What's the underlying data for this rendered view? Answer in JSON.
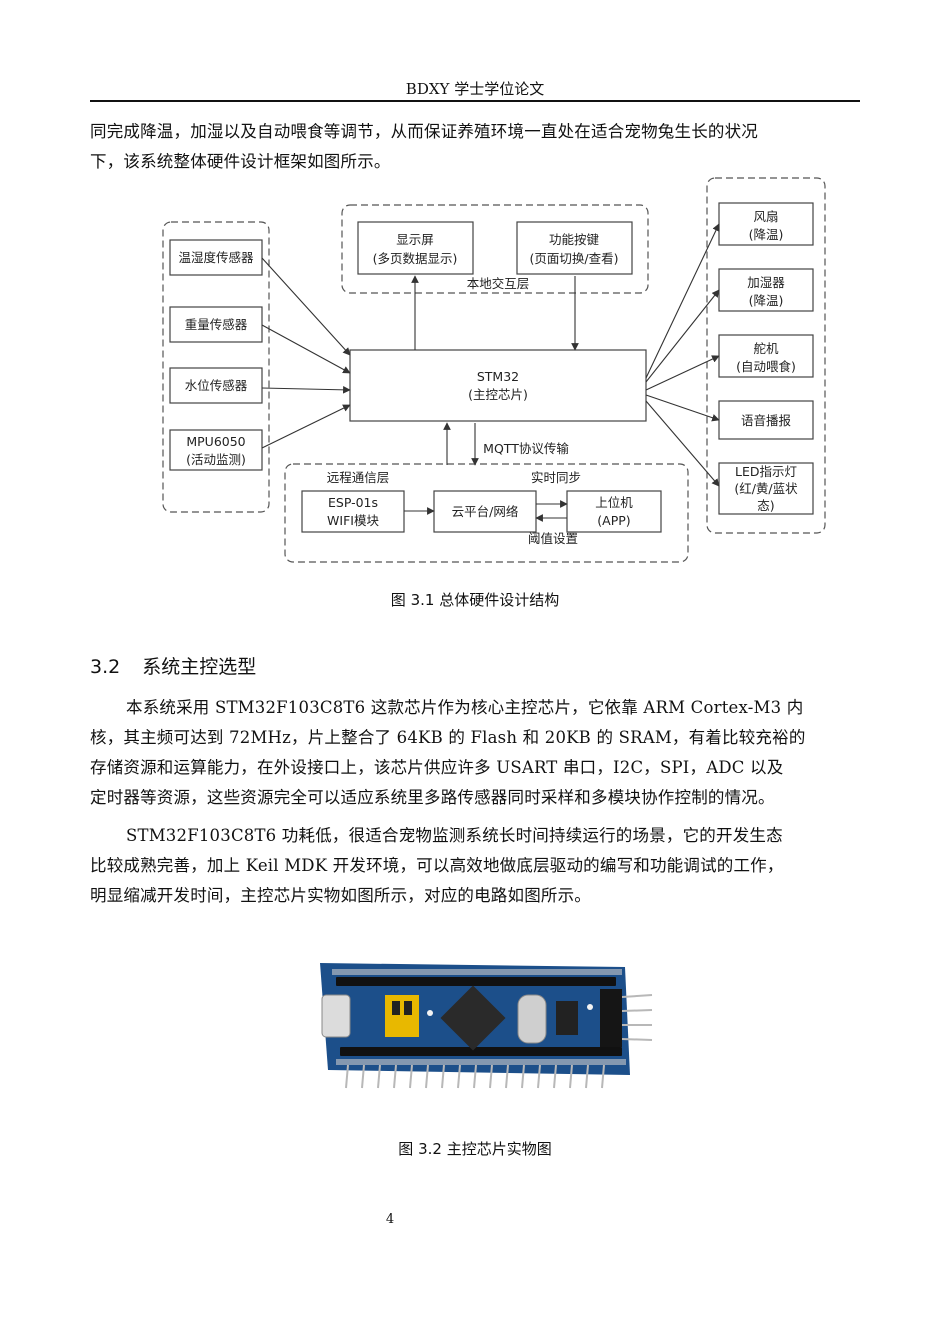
{
  "header": {
    "title": "BDXY 学士学位论文"
  },
  "intro": {
    "line1": "同完成降温，加湿以及自动喂食等调节，从而保证养殖环境一直处在适合宠物兔生长的状况",
    "line2": "下，该系统整体硬件设计框架如图所示。"
  },
  "diagram": {
    "sensors": [
      "温湿度传感器",
      "重量传感器",
      "水位传感器"
    ],
    "mpu": {
      "line1": "MPU6050",
      "line2": "(活动监测)"
    },
    "local_layer": {
      "label": "本地交互层",
      "display": {
        "line1": "显示屏",
        "line2": "(多页数据显示)"
      },
      "keys": {
        "line1": "功能按键",
        "line2": "(页面切换/查看)"
      }
    },
    "mcu": {
      "line1": "STM32",
      "line2": "(主控芯片)"
    },
    "mqtt_label": "MQTT协议传输",
    "remote_layer": {
      "label": "远程通信层",
      "esp": {
        "line1": "ESP-01s",
        "line2": "WIFI模块"
      },
      "cloud": "云平台/网络",
      "host": {
        "line1": "上位机",
        "line2": "(APP)"
      },
      "sync_label": "实时同步",
      "threshold_label": "阈值设置"
    },
    "actuators": [
      {
        "line1": "风扇",
        "line2": "(降温)"
      },
      {
        "line1": "加湿器",
        "line2": "(降温)"
      },
      {
        "line1": "舵机",
        "line2": "(自动喂食)"
      },
      {
        "line1": "语音播报",
        "line2": ""
      },
      {
        "line1": "LED指示灯",
        "line2": "(红/黄/蓝状",
        "line3": "态)"
      }
    ]
  },
  "fig1_caption": "图 3.1    总体硬件设计结构",
  "section": {
    "number": "3.2",
    "title": "系统主控选型"
  },
  "para1": {
    "line1": "本系统采用 STM32F103C8T6 这款芯片作为核心主控芯片，它依靠 ARM  Cortex-M3 内",
    "line2": "核，其主频可达到 72MHz，片上整合了 64KB 的 Flash 和 20KB 的 SRAM，有着比较充裕的",
    "line3": "存储资源和运算能力，在外设接口上，该芯片供应许多 USART 串口，I2C，SPI，ADC 以及",
    "line4": "定时器等资源，这些资源完全可以适应系统里多路传感器同时采样和多模块协作控制的情况。"
  },
  "para2": {
    "line1": "STM32F103C8T6 功耗低，很适合宠物监测系统长时间持续运行的场景，它的开发生态",
    "line2": "比较成熟完善，加上 Keil  MDK 开发环境，可以高效地做底层驱动的编写和功能调试的工作，",
    "line3": "明显缩减开发时间，主控芯片实物如图所示，对应的电路如图所示。"
  },
  "fig2_caption": "图 3.2    主控芯片实物图",
  "page_number": "4",
  "colors": {
    "board": "#1c4f8a",
    "header_pin": "#d9d9d9",
    "jumper": "#e8b800"
  }
}
